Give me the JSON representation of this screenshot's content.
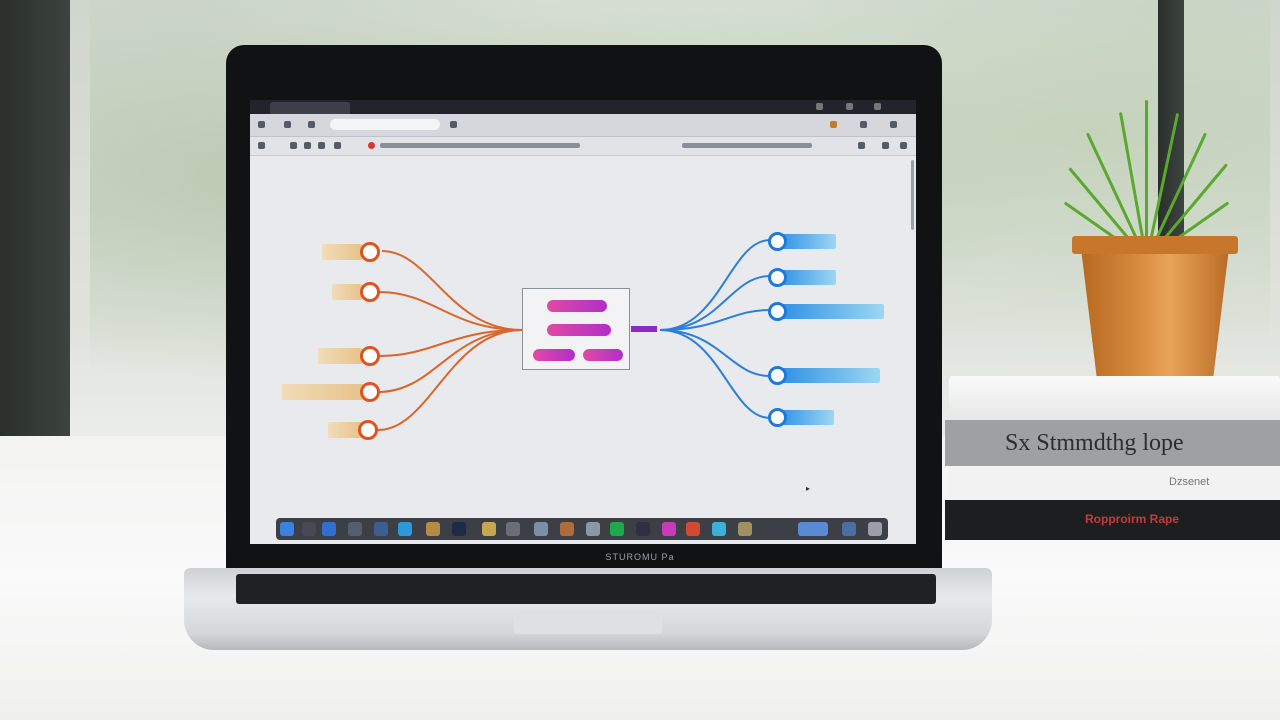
{
  "scene": {
    "laptop_brand_text": "STUROMU Pa",
    "book_spines": [
      "Sx Stmmdthg lope",
      "Dzsenet",
      "Ropproirm Rape"
    ]
  },
  "mindmap": {
    "central_topic_labels": [
      "",
      "",
      "",
      ""
    ],
    "left_branch_count": 5,
    "right_branch_count": 5,
    "colors": {
      "central": "#d83fb0",
      "left_branch": "#e0531e",
      "right_branch": "#1e7ad8",
      "connector": "#8a2bc9"
    }
  }
}
